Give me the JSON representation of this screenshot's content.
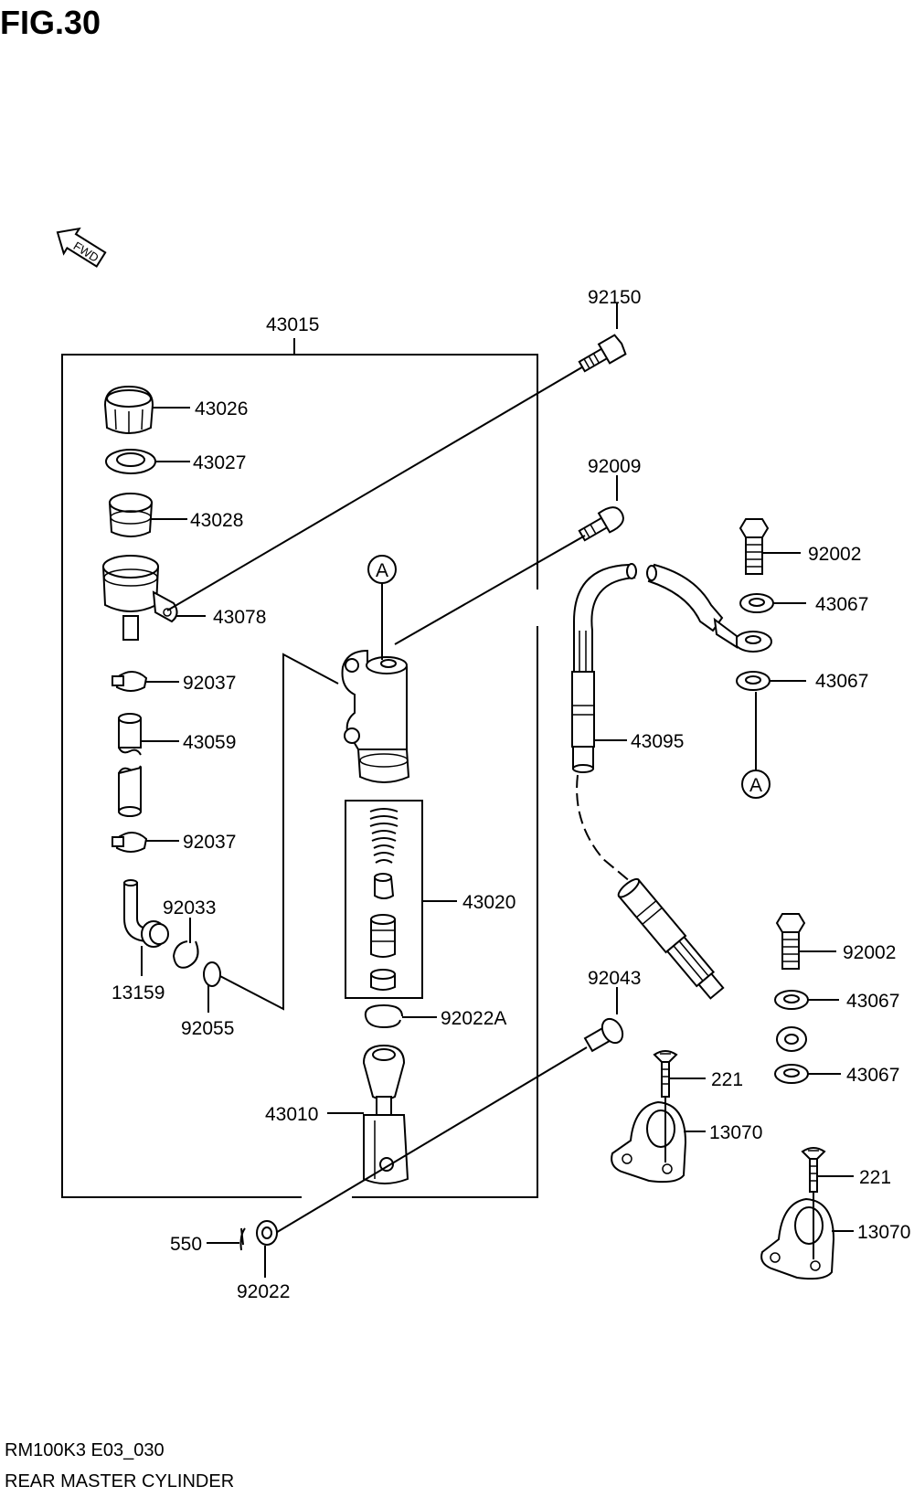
{
  "figure": {
    "title": "FIG.30",
    "fwd_label": "FWD",
    "ref_marker": "A"
  },
  "parts": {
    "p43015": "43015",
    "p92150": "92150",
    "p43026": "43026",
    "p43027": "43027",
    "p43028": "43028",
    "p43078": "43078",
    "p92009": "92009",
    "p92002a": "92002",
    "p43067a": "43067",
    "p43067b": "43067",
    "p92037a": "92037",
    "p43059": "43059",
    "p43095": "43095",
    "p92037b": "92037",
    "p92033": "92033",
    "p43020": "43020",
    "p13159": "13159",
    "p92055": "92055",
    "p92002b": "92002",
    "p43067c": "43067",
    "p92043": "92043",
    "p92022A": "92022A",
    "p43067d": "43067",
    "p221a": "221",
    "p43010": "43010",
    "p13070a": "13070",
    "p221b": "221",
    "p13070b": "13070",
    "p550": "550",
    "p92022": "92022"
  },
  "footer": {
    "model_code": "RM100K3 E03_030",
    "section_name": "REAR MASTER CYLINDER"
  }
}
